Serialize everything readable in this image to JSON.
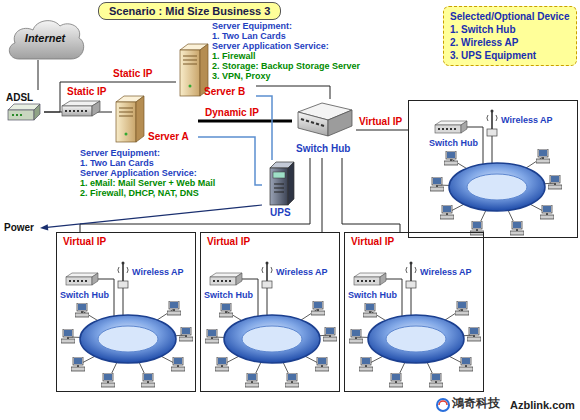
{
  "diagram": {
    "title": "Scenario : Mid Size Business 3",
    "nodes": [
      {
        "text": [
          "Internet"
        ]
      },
      {
        "text": [
          "Server B"
        ]
      },
      {
        "text": [
          "Selected/Optional Device",
          "1. Switch Hub",
          "2. Wireless AP",
          "3. UPS Equipment"
        ]
      },
      {
        "text": [
          "ADSL"
        ]
      },
      {
        "text": [
          "Server A"
        ]
      },
      {
        "text": [
          "Switch Hub"
        ]
      },
      {
        "text": [
          "Switch Hub",
          "Wireless AP"
        ]
      },
      {
        "text": [
          "UPS"
        ]
      },
      {
        "text": [
          "Switch Hub",
          "Wireless AP"
        ]
      },
      {
        "text": [
          "Switch Hub",
          "Wireless AP"
        ]
      },
      {
        "text": [
          "Switch Hub",
          "Wireless AP"
        ]
      }
    ],
    "edges": [
      {
        "from": 0,
        "to": 3,
        "arrow": "none"
      },
      {
        "from": 3,
        "to": 4,
        "label": "Static IP",
        "arrow": "none"
      },
      {
        "from": 3,
        "to": 1,
        "label": "Static IP",
        "arrow": "none"
      },
      {
        "from": 4,
        "to": 5,
        "label": "Dynamic IP",
        "arrow": "none"
      },
      {
        "from": 1,
        "to": 5,
        "arrow": "none"
      },
      {
        "from": 5,
        "to": 6,
        "label": "Virtual IP",
        "arrow": "none"
      },
      {
        "from": 1,
        "to": 7,
        "arrow": "none"
      },
      {
        "from": 4,
        "to": 7,
        "arrow": "none"
      },
      {
        "from": 5,
        "to": 8,
        "label": "Virtual IP",
        "arrow": "none"
      },
      {
        "from": 5,
        "to": 9,
        "label": "Virtual IP",
        "arrow": "none"
      },
      {
        "from": 5,
        "to": 10,
        "label": "Virtual IP",
        "arrow": "none"
      }
    ],
    "labels": [
      "Server Equipment:",
      "1. Two Lan Cards",
      "Server Application Service:",
      "1. Firewall",
      "2. Storage: Backup Storage Server",
      "3. VPN, Proxy",
      "Server Equipment:",
      "1. Two Lan Cards",
      "Server Application Service:",
      "1. eMail: Mail Server + Web Mail",
      "2. Firewall, DHCP, NAT, DNS",
      "Power",
      "鴻奇科技",
      "Azblink.com"
    ]
  }
}
